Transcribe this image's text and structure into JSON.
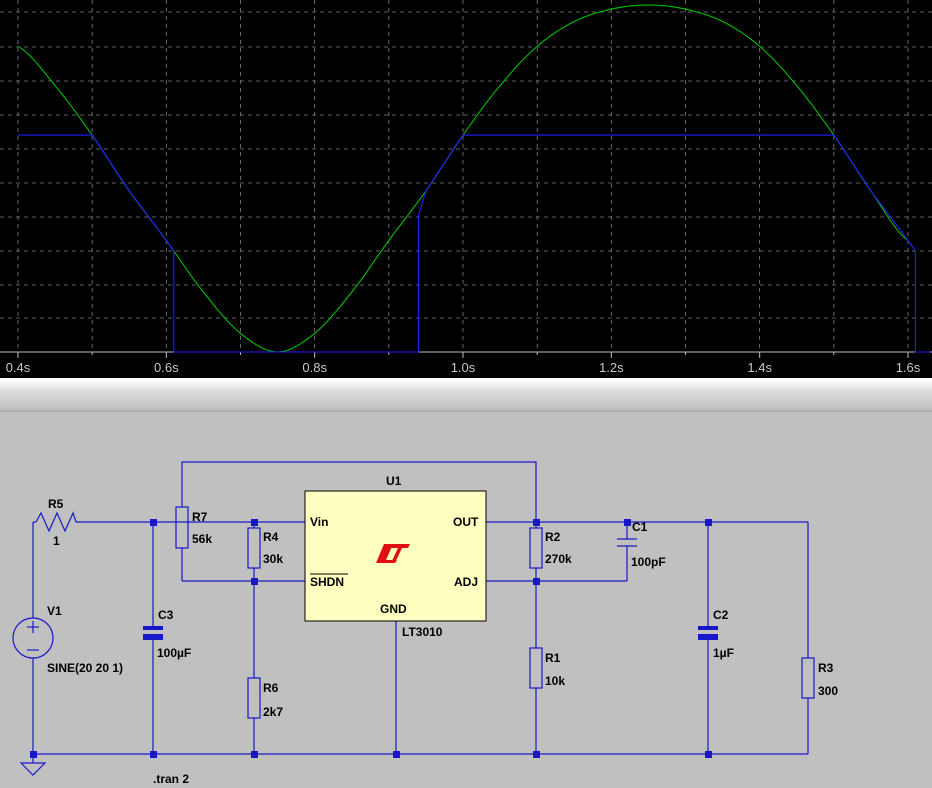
{
  "waveform": {
    "x_ticks": [
      "0.4s",
      "0.6s",
      "0.8s",
      "1.0s",
      "1.2s",
      "1.4s",
      "1.6s"
    ],
    "colors": {
      "background": "#000000",
      "grid": "#7f7f7f",
      "trace_input": "#00c000",
      "trace_output": "#2020ff",
      "tick_text": "#c8c8c8"
    }
  },
  "chart_data": {
    "type": "line",
    "xlabel": "",
    "ylabel": "",
    "xlim": [
      0.4,
      1.6
    ],
    "grid": true,
    "series": [
      {
        "x": [
          0.4,
          0.45,
          0.5,
          0.55,
          0.6,
          0.65,
          0.7,
          0.75,
          0.8,
          0.85,
          0.9,
          0.95,
          1.0,
          1.05,
          1.1,
          1.15,
          1.2,
          1.25,
          1.3,
          1.35,
          1.4,
          1.45,
          1.5,
          1.55,
          1.6
        ],
        "y": [
          0.88,
          0.69,
          0.45,
          0.18,
          -0.06,
          -0.31,
          -0.51,
          -0.6,
          -0.51,
          -0.31,
          -0.06,
          0.18,
          0.45,
          0.69,
          0.88,
          1.0,
          1.06,
          1.08,
          1.06,
          1.0,
          0.88,
          0.69,
          0.45,
          0.18,
          -0.06
        ]
      },
      {
        "x": [
          0.4,
          0.49,
          0.5,
          0.55,
          0.6,
          0.61,
          0.61,
          0.94,
          0.94,
          0.95,
          1.0,
          1.03,
          1.47,
          1.5,
          1.55,
          1.6,
          1.61,
          1.61,
          1.63
        ],
        "y": [
          0.45,
          0.45,
          0.45,
          0.18,
          -0.06,
          -0.11,
          -0.6,
          -0.6,
          0.06,
          0.18,
          0.45,
          0.45,
          0.45,
          0.45,
          0.18,
          -0.06,
          -0.11,
          -0.6,
          -0.6
        ]
      }
    ]
  },
  "schematic": {
    "labels": {
      "u1": "U1",
      "lt3010": "LT3010",
      "vin": "Vin",
      "out": "OUT",
      "shdn": "SHDN",
      "adj": "ADJ",
      "gnd": "GND",
      "logo": "LT",
      "r5": "R5",
      "r5_val": "1",
      "r7": "R7",
      "r7_val": "56k",
      "r4": "R4",
      "r4_val": "30k",
      "r6": "R6",
      "r6_val": "2k7",
      "r2": "R2",
      "r2_val": "270k",
      "r1": "R1",
      "r1_val": "10k",
      "r3": "R3",
      "r3_val": "300",
      "c1": "C1",
      "c1_val": "100pF",
      "c2": "C2",
      "c2_val": "1µF",
      "c3": "C3",
      "c3_val": "100µF",
      "v1": "V1",
      "v1_val": "SINE(20 20 1)",
      "tran": ".tran 2"
    },
    "colors": {
      "wire": "#1818c8",
      "ic_fill": "#ffffc0",
      "logo": "#e01010",
      "background": "#c0c0c0"
    }
  }
}
